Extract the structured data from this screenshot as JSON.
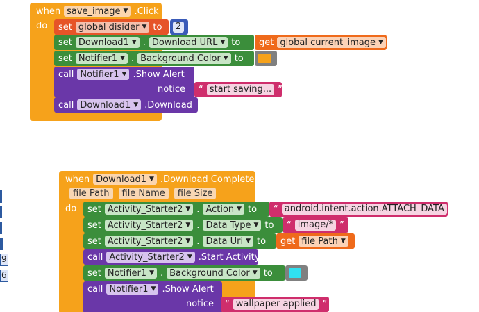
{
  "block1": {
    "when": "when",
    "component": "save_image",
    "event": ".Click",
    "do": "do",
    "set_var": {
      "set": "set",
      "var": "global disider",
      "to": "to",
      "value": "2"
    },
    "set_url": {
      "set": "set",
      "component": "Download1",
      "dot": ".",
      "property": "Download URL",
      "to": "to",
      "get": "get",
      "getvar": "global current_image"
    },
    "set_color": {
      "set": "set",
      "component": "Notifier1",
      "dot": ".",
      "property": "Background Color",
      "to": "to",
      "color": "#f6a21b"
    },
    "call_alert": {
      "call": "call",
      "component": "Notifier1",
      "method": ".Show Alert",
      "notice": "notice",
      "text": "start saving..."
    },
    "call_download": {
      "call": "call",
      "component": "Download1",
      "method": ".Download"
    }
  },
  "block2": {
    "when": "when",
    "component": "Download1",
    "event": ".Download Complete",
    "params": [
      "file Path",
      "file Name",
      "file Size"
    ],
    "do": "do",
    "set_action": {
      "set": "set",
      "component": "Activity_Starter2",
      "dot": ".",
      "property": "Action",
      "to": "to",
      "text": "android.intent.action.ATTACH_DATA"
    },
    "set_type": {
      "set": "set",
      "component": "Activity_Starter2",
      "dot": ".",
      "property": "Data Type",
      "to": "to",
      "text": "image/*"
    },
    "set_uri": {
      "set": "set",
      "component": "Activity_Starter2",
      "dot": ".",
      "property": "Data Uri",
      "to": "to",
      "get": "get",
      "getvar": "file Path"
    },
    "call_start": {
      "call": "call",
      "component": "Activity_Starter2",
      "method": ".Start Activity"
    },
    "set_color": {
      "set": "set",
      "component": "Notifier1",
      "dot": ".",
      "property": "Background Color",
      "to": "to",
      "color": "#30e0f0"
    },
    "call_alert": {
      "call": "call",
      "component": "Notifier1",
      "method": ".Show Alert",
      "notice": "notice",
      "text": "wallpaper applied"
    }
  },
  "left_edge": {
    "label_a": "9",
    "label_b": "6"
  },
  "quote": "“",
  "quote_close": "”",
  "arrow": "▼"
}
